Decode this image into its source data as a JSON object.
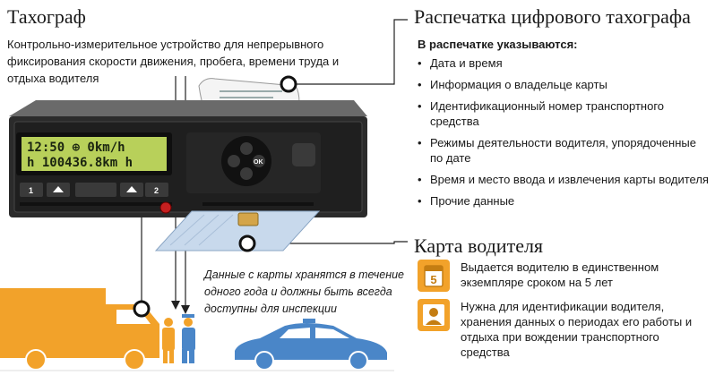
{
  "left": {
    "title": "Тахограф",
    "description": "Контрольно-измерительное устройство для непрерывного фиксирования скорости движения, пробега, времени труда и отдыха водителя"
  },
  "device": {
    "lcd_line1": "12:50 ⊕     0km/h",
    "lcd_line2": "h  100436.8km  h",
    "btn_1": "1",
    "btn_2": "2",
    "btn_ok": "OK"
  },
  "printout": {
    "title": "Распечатка цифрового тахографа",
    "subhead": "В распечатке указываются:",
    "items": [
      "Дата и время",
      "Информация о владельце карты",
      "Идентификационный номер транспортного средства",
      "Режимы деятельности водителя, упорядоченные по дате",
      "Время и место ввода и извлечения карты водителя",
      "Прочие данные"
    ]
  },
  "card": {
    "title": "Карта водителя",
    "row1_badge": "5",
    "row1_text": "Выдается водителю в единственном экземпляре сроком на 5 лет",
    "row2_text": "Нужна для идентификации водителя, хранения данных о периодах его работы и отдыха при вождении транспортного средства"
  },
  "note": "Данные с карты хранятся в течение одного года и должны быть всегда доступны для инспекции",
  "colors": {
    "accent": "#f2a22a",
    "police_car": "#4a86c8",
    "device_body": "#2b2b2b"
  }
}
